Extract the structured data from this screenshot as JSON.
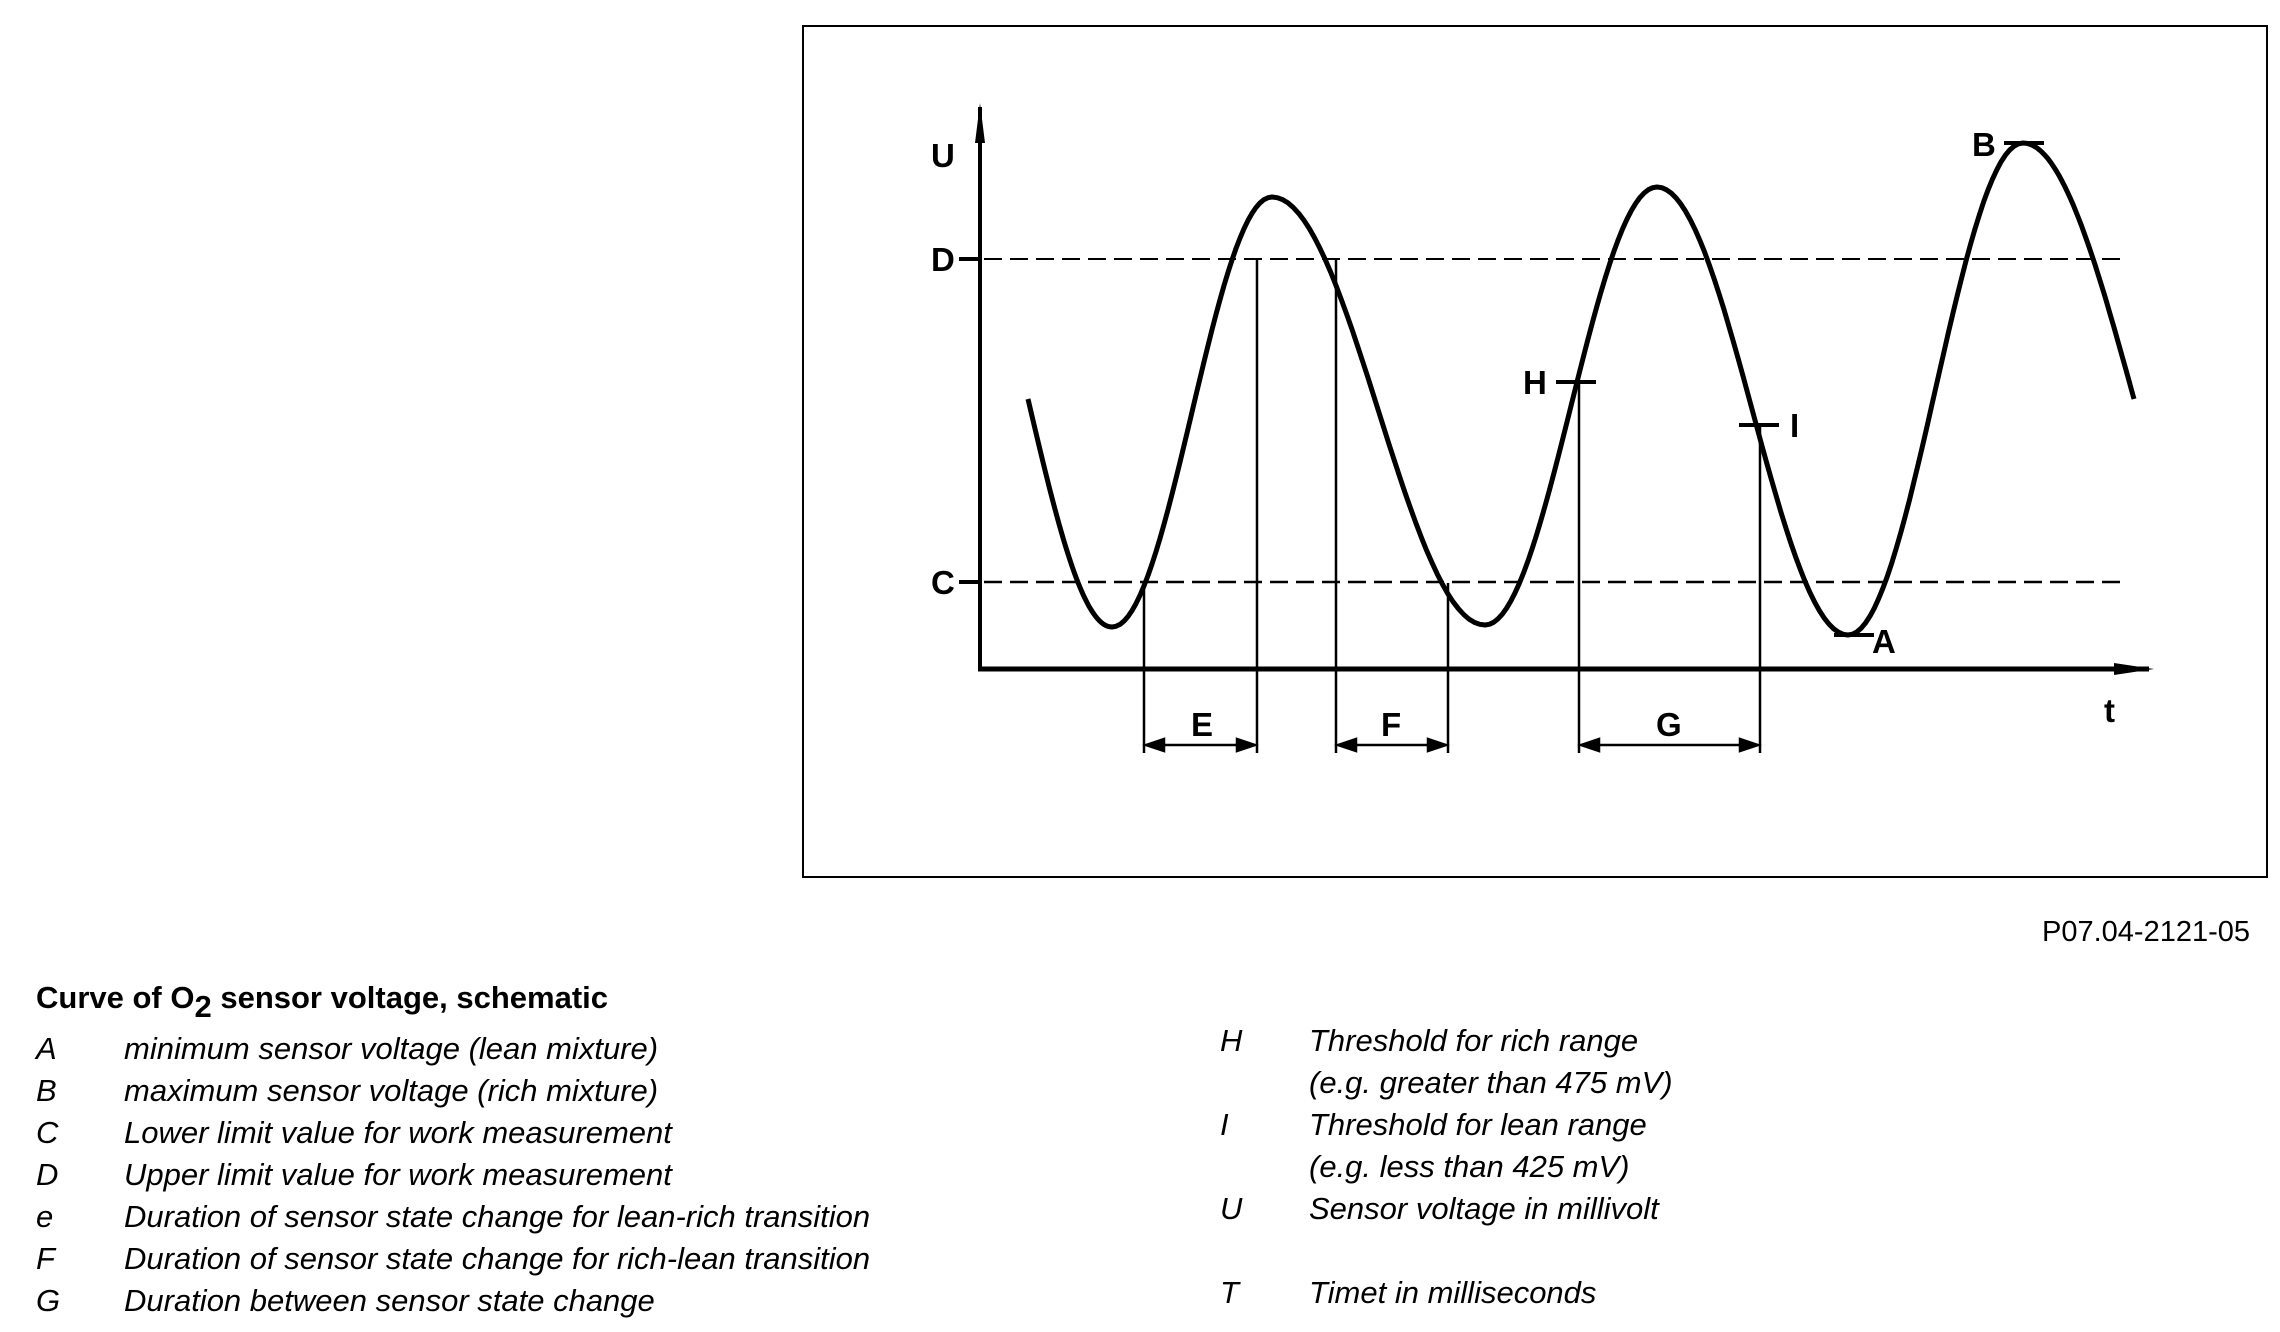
{
  "diagram": {
    "axis_y_label": "U",
    "axis_x_label": "t",
    "level_labels": {
      "upper": "D",
      "lower": "C"
    },
    "point_labels": {
      "min": "A",
      "max": "B",
      "rich_threshold": "H",
      "lean_threshold": "I"
    },
    "interval_labels": {
      "lean_rich": "E",
      "rich_lean": "F",
      "between": "G"
    }
  },
  "figure_code": "P07.04-2121-05",
  "caption": {
    "title_pre": "Curve of O",
    "title_sub": "2",
    "title_post": " sensor voltage, schematic"
  },
  "legend_left": [
    {
      "key": "A",
      "text": "minimum sensor voltage (lean mixture)"
    },
    {
      "key": "B",
      "text": "maximum sensor voltage (rich mixture)"
    },
    {
      "key": "C",
      "text": "Lower limit value for work measurement"
    },
    {
      "key": "D",
      "text": "Upper limit value for work measurement"
    },
    {
      "key": "e",
      "text": "Duration of sensor state change for lean-rich transition"
    },
    {
      "key": "F",
      "text": "Duration of sensor state change for rich-lean transition"
    },
    {
      "key": "G",
      "text": "Duration between sensor state change"
    }
  ],
  "legend_right": {
    "h_key": "H",
    "h_line1": "Threshold for rich range",
    "h_line2": "(e.g. greater than 475 mV)",
    "i_key": "I",
    "i_line1": "Threshold for lean range",
    "i_line2": "(e.g. less than 425 mV)",
    "u_key": "U",
    "u_text": "Sensor voltage in millivolt",
    "t_key": "T",
    "t_text": "Timet in milliseconds"
  }
}
